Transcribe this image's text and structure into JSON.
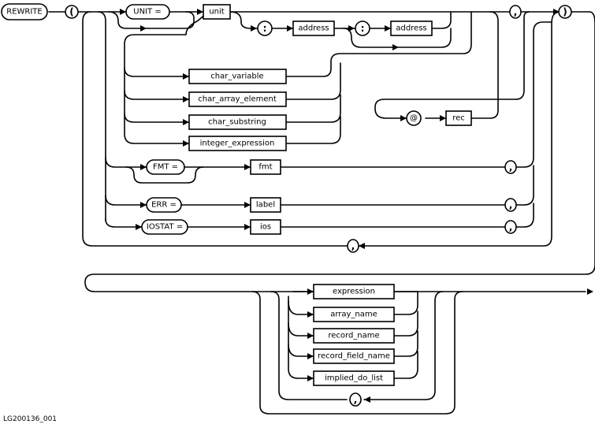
{
  "statement": {
    "keyword": "REWRITE",
    "open_paren": "(",
    "close_paren": ")"
  },
  "control_list": {
    "unit_kw": "UNIT =",
    "unit": "unit",
    "colon_1": ":",
    "address_1": "address",
    "colon_2": ":",
    "address_2": "address",
    "char_variable": "char_variable",
    "char_array_element": "char_array_element",
    "char_substring": "char_substring",
    "integer_expression": "integer_expression",
    "at_sign": "@",
    "rec": "rec",
    "comma_rec": ",",
    "fmt_kw": "FMT =",
    "fmt": "fmt",
    "comma_fmt": ",",
    "err_kw": "ERR =",
    "label": "label",
    "comma_err": ",",
    "iostat_kw": "IOSTAT =",
    "ios": "ios",
    "comma_iostat": ",",
    "comma_loop": ","
  },
  "io_list": {
    "expression": "expression",
    "array_name": "array_name",
    "record_name": "record_name",
    "record_field_name": "record_field_name",
    "implied_do_list": "implied_do_list",
    "comma_loop": ","
  },
  "figure_id": "LG200136_001"
}
